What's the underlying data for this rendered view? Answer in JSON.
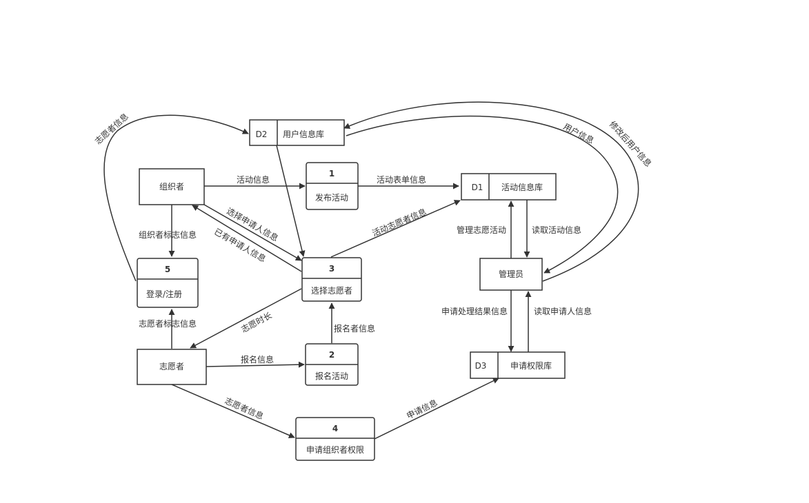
{
  "entities": {
    "organizer": "组织者",
    "volunteer": "志愿者",
    "admin": "管理员"
  },
  "processes": {
    "p1": {
      "num": "1",
      "name": "发布活动"
    },
    "p2": {
      "num": "2",
      "name": "报名活动"
    },
    "p3": {
      "num": "3",
      "name": "选择志愿者"
    },
    "p4": {
      "num": "4",
      "name": "申请组织者权限"
    },
    "p5": {
      "num": "5",
      "name": "登录/注册"
    }
  },
  "stores": {
    "d1": {
      "id": "D1",
      "name": "活动信息库"
    },
    "d2": {
      "id": "D2",
      "name": "用户信息库"
    },
    "d3": {
      "id": "D3",
      "name": "申请权限库"
    }
  },
  "flows": {
    "activity_info": "活动信息",
    "activity_form_info": "活动表单信息",
    "select_applicant_info": "选择申请人信息",
    "existing_applicant_info": "已有申请人信息",
    "activity_volunteer_info": "活动志愿者信息",
    "organizer_id_info": "组织者标志信息",
    "volunteer_id_info": "志愿者标志信息",
    "volunteer_hours": "志愿时长",
    "registrant_info": "报名者信息",
    "signup_info": "报名信息",
    "volunteer_info_bottom": "志愿者信息",
    "apply_info": "申请信息",
    "manage_volunteer_activity": "管理志愿活动",
    "read_activity_info": "读取活动信息",
    "apply_result_info": "申请处理结果信息",
    "read_applicant_info": "读取申请人信息",
    "user_info": "用户信息",
    "modified_user_info": "修改后用户信息",
    "volunteer_info_top": "志愿者信息"
  }
}
